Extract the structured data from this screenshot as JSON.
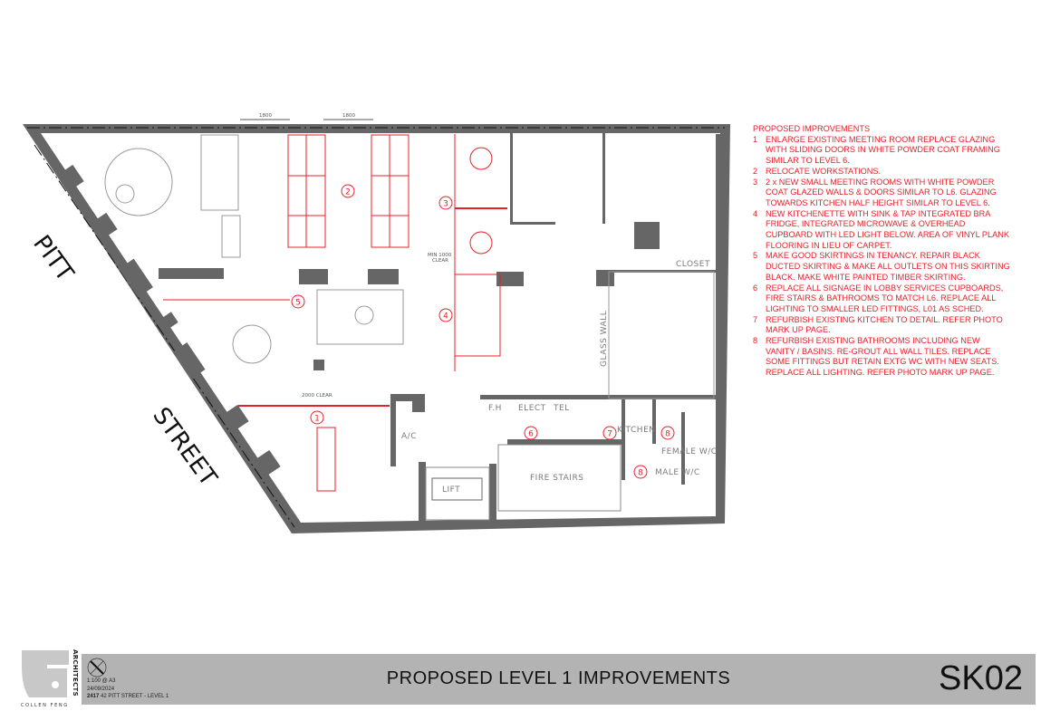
{
  "plan": {
    "street_labels": [
      "PITT",
      "STREET"
    ],
    "dimensions": [
      "1800",
      "1800",
      "2000 CLEAR",
      "MIN 1000",
      "CLEAR"
    ],
    "rooms": {
      "ac": "A/C",
      "lift": "LIFT",
      "fire_stairs": "FIRE STAIRS",
      "fh": "F.H",
      "elect": "ELECT",
      "tel": "TEL",
      "kitchen": "KITCHEN",
      "female_wc": "FEMALE W/C",
      "male_wc": "MALE W/C",
      "closet": "CLOSET",
      "glass_wall": "GLASS WALL"
    },
    "markers": [
      "1",
      "2",
      "3",
      "4",
      "5",
      "6",
      "7",
      "8",
      "8"
    ]
  },
  "notes": {
    "heading": "PROPOSED  IMPROVEMENTS",
    "items": [
      {
        "n": "1",
        "text": "ENLARGE EXISTING MEETING ROOM REPLACE GLAZING WITH SLIDING DOORS IN WHITE POWDER COAT FRAMING SIMILAR TO LEVEL 6."
      },
      {
        "n": "2",
        "text": "RELOCATE WORKSTATIONS."
      },
      {
        "n": "3",
        "text": "2 x NEW SMALL MEETING ROOMS WITH WHITE POWDER COAT GLAZED WALLS & DOORS SIMILAR TO L6. GLAZING TOWARDS KITCHEN HALF HEIGHT SIMILAR TO LEVEL 6."
      },
      {
        "n": "4",
        "text": "NEW KITCHENETTE WITH SINK & TAP INTEGRATED BRA FRIDGE, INTEGRATED MICROWAVE & OVERHEAD CUPBOARD WITH LED LIGHT BELOW. AREA OF VINYL PLANK FLOORING IN LIEU OF CARPET."
      },
      {
        "n": "5",
        "text": "MAKE GOOD SKIRTINGS IN TENANCY. REPAIR BLACK DUCTED SKIRTING & MAKE ALL OUTLETS ON THIS SKIRTING BLACK. MAKE WHITE PAINTED TIMBER SKIRTING."
      },
      {
        "n": "6",
        "text": "REPLACE ALL SIGNAGE IN LOBBY SERVICES CUPBOARDS, FIRE STAIRS & BATHROOMS TO MATCH L6. REPLACE ALL LIGHTING TO SMALLER LED FITTINGS, L01 AS SCHED."
      },
      {
        "n": "7",
        "text": "REFURBISH EXISTING KITCHEN TO DETAIL. REFER PHOTO MARK UP PAGE."
      },
      {
        "n": "8",
        "text": "REFURBISH EXISTING BATHROOMS INCLUDING NEW VANITY / BASINS. RE-GROUT ALL WALL TILES. REPLACE SOME FITTINGS BUT RETAIN EXTG WC WITH NEW SEATS. REPLACE ALL LIGHTING. REFER PHOTO MARK UP PAGE."
      }
    ]
  },
  "titleblock": {
    "logo_name": "COLLEN FENG",
    "logo_tagline": "ARCHITECTS",
    "scale": "1:100 @ A3",
    "date": "24/09/2024",
    "job_number": "2417",
    "project": "42 PITT STREET - LEVEL 1",
    "title": "PROPOSED LEVEL 1 IMPROVEMENTS",
    "sheet": "SK02"
  },
  "colors": {
    "accent": "#e8202a",
    "wall": "#666666",
    "titlebar": "#b3b3b3"
  }
}
